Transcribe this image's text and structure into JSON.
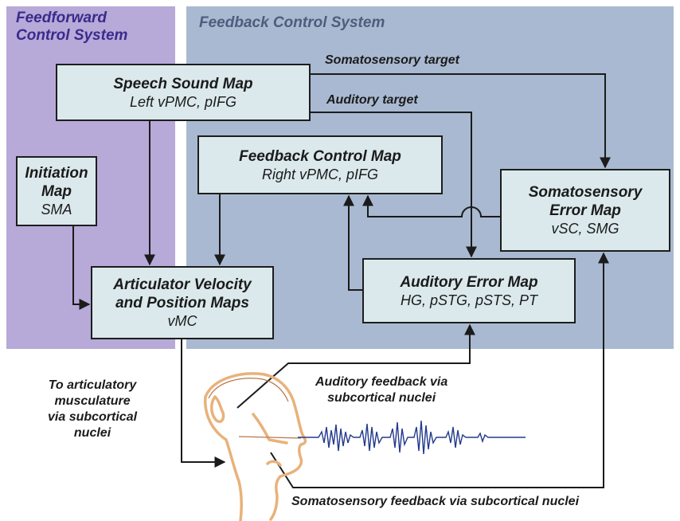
{
  "regions": {
    "feedforward": {
      "title_l1": "Feedforward",
      "title_l2": "Control System"
    },
    "feedback": {
      "title": "Feedback Control System"
    }
  },
  "boxes": {
    "speech_sound_map": {
      "title": "Speech Sound Map",
      "sub": "Left vPMC, pIFG"
    },
    "feedback_control_map": {
      "title": "Feedback Control Map",
      "sub": "Right vPMC, pIFG"
    },
    "initiation_map": {
      "title_l1": "Initiation",
      "title_l2": "Map",
      "sub": "SMA"
    },
    "somatosensory_error_map": {
      "title_l1": "Somatosensory",
      "title_l2": "Error Map",
      "sub": "vSC, SMG"
    },
    "articulator_maps": {
      "title_l1": "Articulator Velocity",
      "title_l2": "and Position Maps",
      "sub": "vMC"
    },
    "auditory_error_map": {
      "title": "Auditory Error Map",
      "sub": "HG, pSTG, pSTS, PT"
    }
  },
  "labels": {
    "somatosensory_target": "Somatosensory target",
    "auditory_target": "Auditory target",
    "auditory_feedback_l1": "Auditory feedback via",
    "auditory_feedback_l2": "subcortical nuclei",
    "to_articulatory_l1": "To articulatory",
    "to_articulatory_l2": "musculature",
    "to_articulatory_l3": "via subcortical",
    "to_articulatory_l4": "nuclei",
    "somatosensory_feedback": "Somatosensory feedback via subcortical nuclei"
  },
  "colors": {
    "feedforward_bg": "#b7a9d8",
    "feedback_bg": "#a9b9d1",
    "box_fill": "#dbe9ec",
    "feedforward_title": "#3b2a8c",
    "feedback_title": "#4d5d7d",
    "head_outline": "#e8b27a",
    "waveform": "#233a8c"
  },
  "icons": [
    "head-profile-icon",
    "speech-waveform-icon"
  ]
}
